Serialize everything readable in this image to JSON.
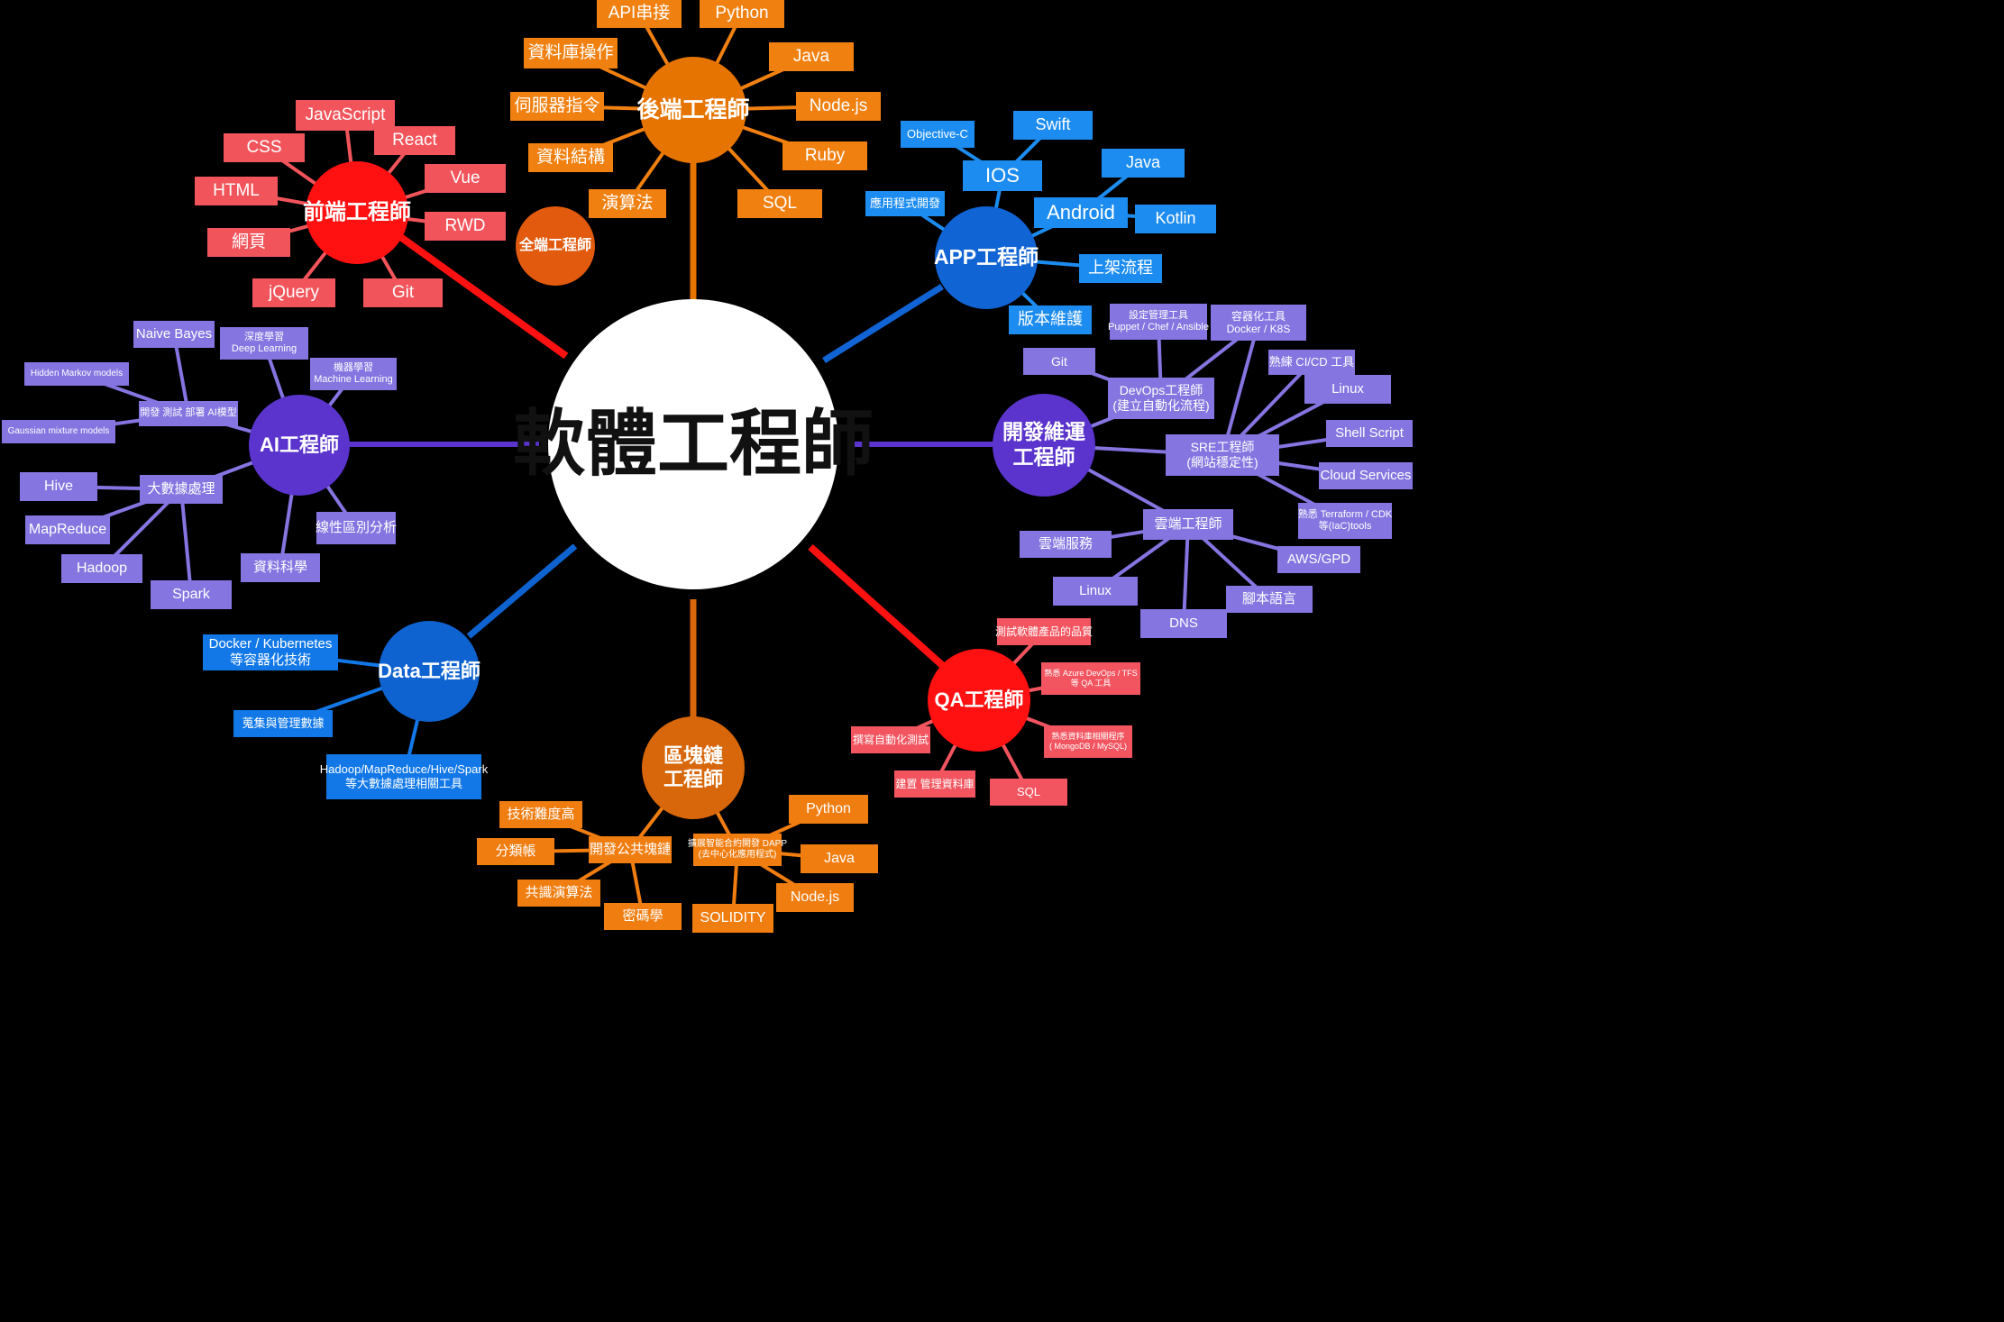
{
  "colors": {
    "frontend": "#ff1111",
    "frontend_leaf": "#f2545b",
    "backend": "#e67400",
    "backend_leaf": "#f08010",
    "fullstack": "#e25a0e",
    "app": "#1164d4",
    "app_leaf": "#1c8cf0",
    "devops": "#5a34cc",
    "devops_leaf": "#8475e0",
    "ai": "#5a34cc",
    "ai_leaf": "#8475e0",
    "data": "#0e63d0",
    "data_leaf": "#1278e8",
    "blockchain": "#d7670a",
    "blockchain_leaf": "#f07d10",
    "qa": "#ff1111",
    "qa_leaf": "#f25560",
    "center": "#ffffff",
    "background": "#000000"
  },
  "center": {
    "label": "軟體工程師"
  },
  "frontend": {
    "label": "前端工程師",
    "leaves": [
      "JavaScript",
      "CSS",
      "React",
      "Vue",
      "HTML",
      "RWD",
      "網頁",
      "jQuery",
      "Git"
    ]
  },
  "backend": {
    "label": "後端工程師",
    "leaves": [
      "API串接",
      "Python",
      "資料庫操作",
      "Java",
      "伺服器指令",
      "Node.js",
      "資料結構",
      "Ruby",
      "演算法",
      "SQL"
    ]
  },
  "fullstack": {
    "label": "全端工程師"
  },
  "app": {
    "label": "APP工程師",
    "ios": "IOS",
    "android": "Android",
    "leaves": [
      "Objective-C",
      "Swift",
      "Java",
      "應用程式開發",
      "Kotlin",
      "上架流程",
      "版本維護"
    ]
  },
  "devops": {
    "label_line1": "開發維運",
    "label_line2": "工程師",
    "devops_hub": {
      "line1": "DevOps工程師",
      "line2": "(建立自動化流程)"
    },
    "sre_hub": {
      "line1": "SRE工程師",
      "line2": "(網站穩定性)"
    },
    "cloud_hub": "雲端工程師",
    "config_tools": {
      "line1": "設定管理工具",
      "line2": "Puppet / Chef / Ansible"
    },
    "container_tools": {
      "line1": "容器化工具",
      "line2": "Docker / K8S"
    },
    "iac": {
      "line1": "熟悉 Terraform / CDK",
      "line2": "等(IaC)tools"
    },
    "leaves": [
      "Git",
      "熟練 CI/CD 工具",
      "Linux",
      "Shell Script",
      "Cloud Services",
      "雲端服務",
      "AWS/GPD",
      "Linux",
      "腳本語言",
      "DNS"
    ]
  },
  "ai": {
    "label": "AI工程師",
    "dev_hub": "開發 測試 部署 AI模型",
    "bigdata_hub": "大數據處理",
    "deep_learning": {
      "line1": "深度學習",
      "line2": "Deep Learning"
    },
    "machine_learning": {
      "line1": "機器學習",
      "line2": "Machine Learning"
    },
    "leaves": [
      "Naive Bayes",
      "Hidden Markov models",
      "Gaussian mixture models",
      "Hive",
      "MapReduce",
      "Hadoop",
      "Spark",
      "線性區別分析",
      "資料科學"
    ]
  },
  "data": {
    "label": "Data工程師",
    "docker": {
      "line1": "Docker / Kubernetes",
      "line2": "等容器化技術"
    },
    "collect": "蒐集與管理數據",
    "hadoop": {
      "line1": "Hadoop/MapReduce/Hive/Spark",
      "line2": "等大數據處理相關工具"
    }
  },
  "blockchain": {
    "label_line1": "區塊鏈",
    "label_line2": "工程師",
    "public_hub": "開發公共塊鏈",
    "dapp_hub": {
      "line1": "擴展智能合約開發 DAPP",
      "line2": "(去中心化應用程式)"
    },
    "leaves": [
      "技術難度高",
      "分類帳",
      "共識演算法",
      "密碼學",
      "Python",
      "Java",
      "Node.js",
      "SOLIDITY"
    ]
  },
  "qa": {
    "label": "QA工程師",
    "leaves": [
      "測試軟體產品的品質",
      "撰寫自動化測試",
      "建置 管理資料庫",
      "SQL"
    ],
    "azure": {
      "line1": "熟悉 Azure DevOps / TFS",
      "line2": "等 QA 工具"
    },
    "dbtools": {
      "line1": "熟悉資料庫相關程序",
      "line2": "( MongoDB / MySQL)"
    }
  }
}
